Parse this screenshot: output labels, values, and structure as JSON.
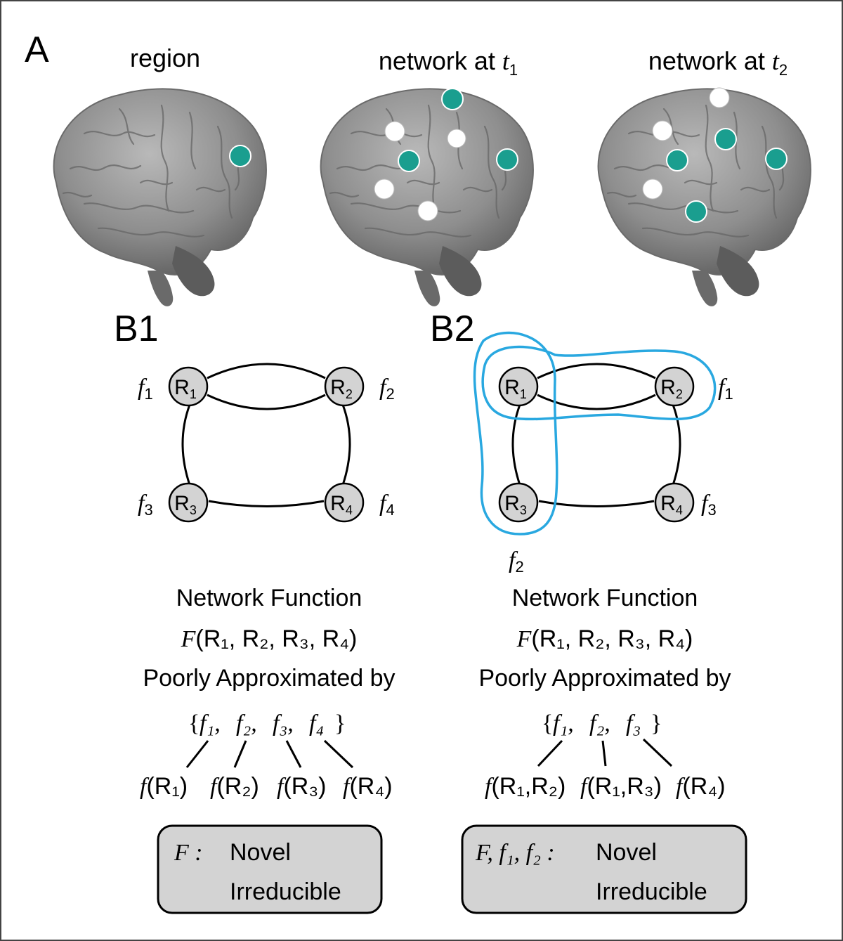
{
  "panel_a": {
    "letter": "A",
    "brains": [
      {
        "caption_text": "region",
        "caption_var": "",
        "caption_sub": ""
      },
      {
        "caption_text": "network at ",
        "caption_var": "t",
        "caption_sub": "1"
      },
      {
        "caption_text": "network at ",
        "caption_var": "t",
        "caption_sub": "2"
      }
    ],
    "colors": {
      "active": "#1a9e8f",
      "inactive": "#ffffff",
      "brain": "#8d8d8d"
    }
  },
  "panel_b1": {
    "letter": "B1",
    "nodes": [
      {
        "main": "R",
        "sub": "1"
      },
      {
        "main": "R",
        "sub": "2"
      },
      {
        "main": "R",
        "sub": "3"
      },
      {
        "main": "R",
        "sub": "4"
      }
    ],
    "functions": [
      {
        "main": "f",
        "sub": "1"
      },
      {
        "main": "f",
        "sub": "2"
      },
      {
        "main": "f",
        "sub": "3"
      },
      {
        "main": "f",
        "sub": "4"
      }
    ],
    "text": {
      "line1": "Network Function",
      "line2_f": "F",
      "line2_rest": "(R₁, R₂, R₃, R₄)",
      "line3": "Poorly Approximated by",
      "set_open": "{",
      "set_close": "}",
      "set_items": [
        "f₁,",
        "f₂,",
        "f₃,",
        "f₄"
      ],
      "mappings": [
        {
          "f": "f",
          "rest": "(R₁)"
        },
        {
          "f": "f",
          "rest": "(R₂)"
        },
        {
          "f": "f",
          "rest": "(R₃)"
        },
        {
          "f": "f",
          "rest": "(R₄)"
        }
      ],
      "box_sym": "F :",
      "box_line1": "Novel",
      "box_line2": "Irreducible"
    }
  },
  "panel_b2": {
    "letter": "B2",
    "nodes": [
      {
        "main": "R",
        "sub": "1"
      },
      {
        "main": "R",
        "sub": "2"
      },
      {
        "main": "R",
        "sub": "3"
      },
      {
        "main": "R",
        "sub": "4"
      }
    ],
    "functions": [
      {
        "main": "f",
        "sub": "1"
      },
      {
        "main": "f",
        "sub": "2"
      },
      {
        "main": "f",
        "sub": "3"
      }
    ],
    "text": {
      "line1": "Network Function",
      "line2_f": "F",
      "line2_rest": "(R₁, R₂, R₃, R₄)",
      "line3": "Poorly Approximated by",
      "set_open": "{",
      "set_close": "}",
      "set_items": [
        "f₁,",
        "f₂,",
        "f₃"
      ],
      "mappings": [
        {
          "f": "f",
          "rest": "(R₁,R₂)"
        },
        {
          "f": "f",
          "rest": "(R₁,R₃)"
        },
        {
          "f": "f",
          "rest": "(R₄)"
        }
      ],
      "box_sym": "F, f₁, f₂ :",
      "box_line1": "Novel",
      "box_line2": "Irreducible"
    },
    "outline_color": "#29a8e0"
  }
}
